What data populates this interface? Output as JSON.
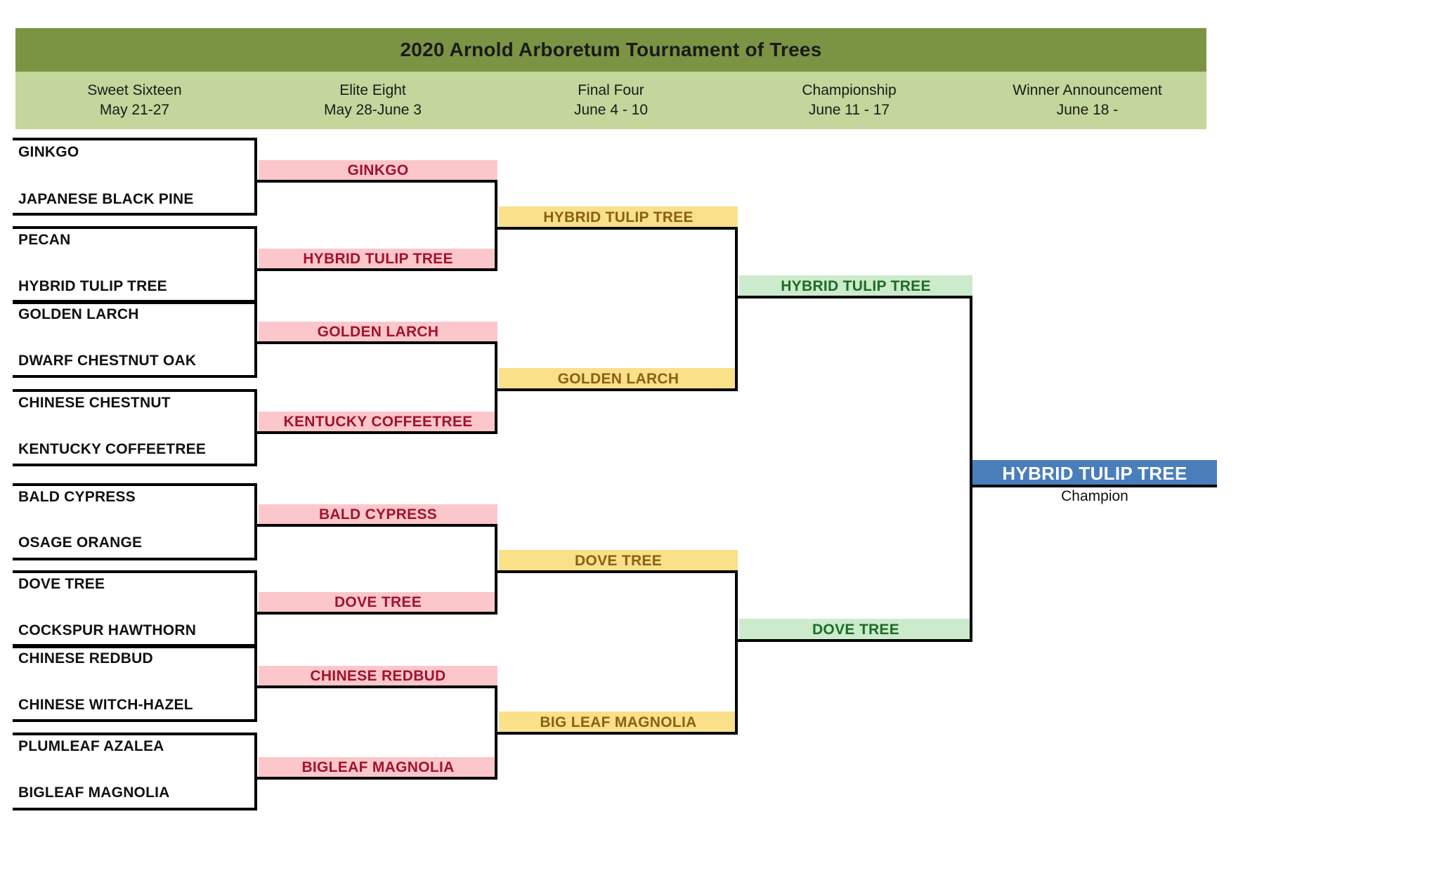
{
  "header": {
    "title": "2020 Arnold Arboretum Tournament of Trees",
    "rounds": [
      {
        "name": "Sweet Sixteen",
        "dates": "May 21-27"
      },
      {
        "name": "Elite Eight",
        "dates": "May 28-June 3"
      },
      {
        "name": "Final Four",
        "dates": "June 4 - 10"
      },
      {
        "name": "Championship",
        "dates": "June 11 - 17"
      },
      {
        "name": "Winner Announcement",
        "dates": "June 18 -"
      }
    ]
  },
  "colors": {
    "title_bar": "#7B9443",
    "round_bar": "#C3D69B",
    "elite_eight_bar": "#FBC7CB",
    "elite_eight_text": "#A3122C",
    "final_four_bar": "#FBE08A",
    "final_four_text": "#8A6113",
    "championship_bar": "#CCEBCC",
    "championship_text": "#1E6B28",
    "winner_bar": "#4A7EBB",
    "winner_text": "#FFFFFF",
    "bracket_line": "#000000"
  },
  "bracket": {
    "sweet_sixteen": [
      "GINKGO",
      "JAPANESE BLACK PINE",
      "PECAN",
      "HYBRID TULIP TREE",
      "GOLDEN LARCH",
      "DWARF CHESTNUT OAK",
      "CHINESE CHESTNUT",
      "KENTUCKY COFFEETREE",
      "BALD CYPRESS",
      "OSAGE ORANGE",
      "DOVE TREE",
      "COCKSPUR HAWTHORN",
      "CHINESE REDBUD",
      "CHINESE WITCH-HAZEL",
      "PLUMLEAF AZALEA",
      "BIGLEAF MAGNOLIA"
    ],
    "elite_eight": [
      "GINKGO",
      "HYBRID TULIP TREE",
      "GOLDEN LARCH",
      "KENTUCKY COFFEETREE",
      "BALD CYPRESS",
      "DOVE TREE",
      "CHINESE REDBUD",
      "BIGLEAF MAGNOLIA"
    ],
    "final_four": [
      "HYBRID TULIP TREE",
      "GOLDEN LARCH",
      "DOVE TREE",
      "BIG LEAF MAGNOLIA"
    ],
    "championship": [
      "HYBRID TULIP TREE",
      "DOVE TREE"
    ],
    "winner": {
      "name": "HYBRID TULIP TREE",
      "caption": "Champion"
    }
  }
}
